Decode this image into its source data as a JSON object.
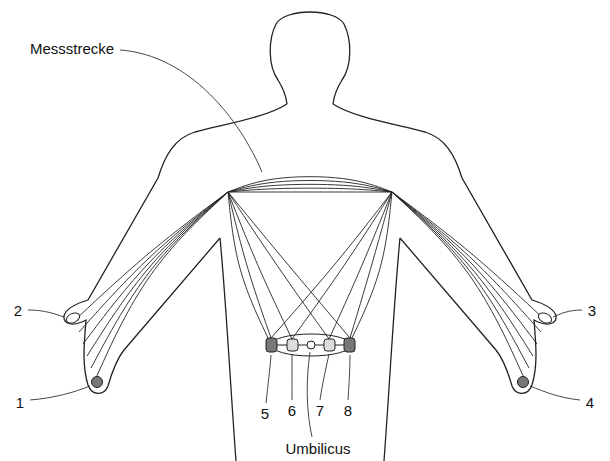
{
  "diagram": {
    "labels": [
      "Messstrecke",
      "2",
      "3",
      "1",
      "4",
      "5",
      "6",
      "7",
      "8",
      "Umbilicus"
    ]
  }
}
